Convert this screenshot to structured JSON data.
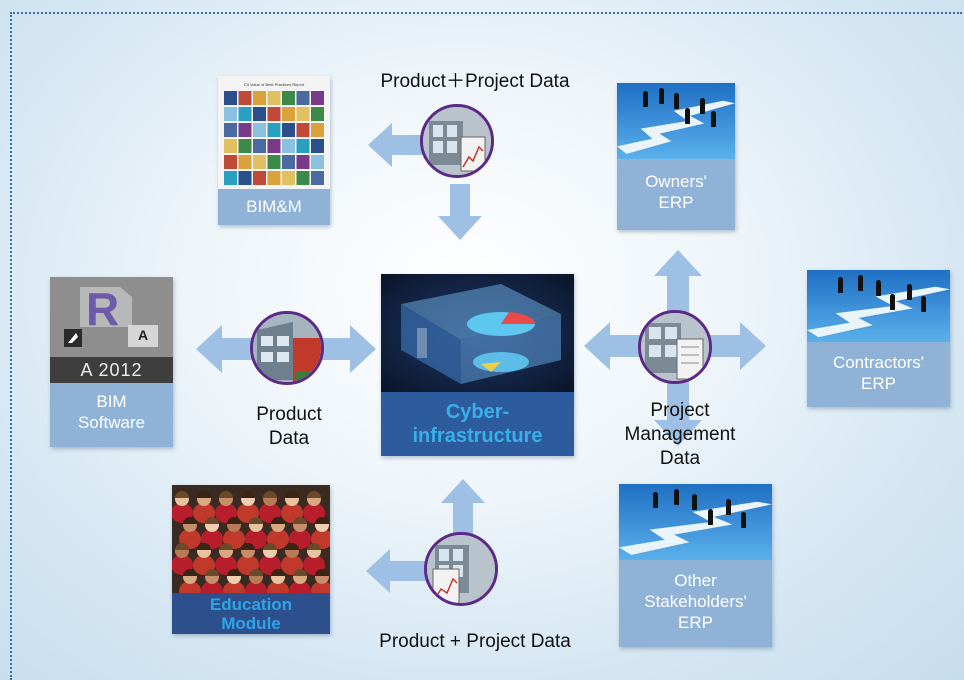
{
  "labels": {
    "top_flow": "Product＋Project Data",
    "bottom_flow": "Product + Project Data",
    "product_data_line1": "Product",
    "product_data_line2": "Data",
    "pm_line1": "Project",
    "pm_line2": "Management",
    "pm_line3": "Data"
  },
  "nodes": {
    "bimm": {
      "report_title": "CII Value of Best Practices Report",
      "label": "BIM&M"
    },
    "bim_software": {
      "logo_text": "A 2012",
      "label_line1": "BIM",
      "label_line2": "Software"
    },
    "cyber": {
      "label_line1": "Cyber-",
      "label_line2": "infrastructure"
    },
    "education": {
      "label_line1": "Education",
      "label_line2": "Module"
    },
    "owners": {
      "label_line1": "Owners'",
      "label_line2": "ERP"
    },
    "contractors": {
      "label_line1": "Contractors'",
      "label_line2": "ERP"
    },
    "others": {
      "label_line1": "Other",
      "label_line2": "Stakeholders'",
      "label_line3": "ERP"
    }
  },
  "colors": {
    "arrow": "#9ec0e4",
    "tile_label_bg": "#8fb2d6",
    "hub_ring": "#5b2a86",
    "cyber_text": "#29a8e8",
    "education_text": "#2fa3e6",
    "frame": "#3a6fa0"
  }
}
